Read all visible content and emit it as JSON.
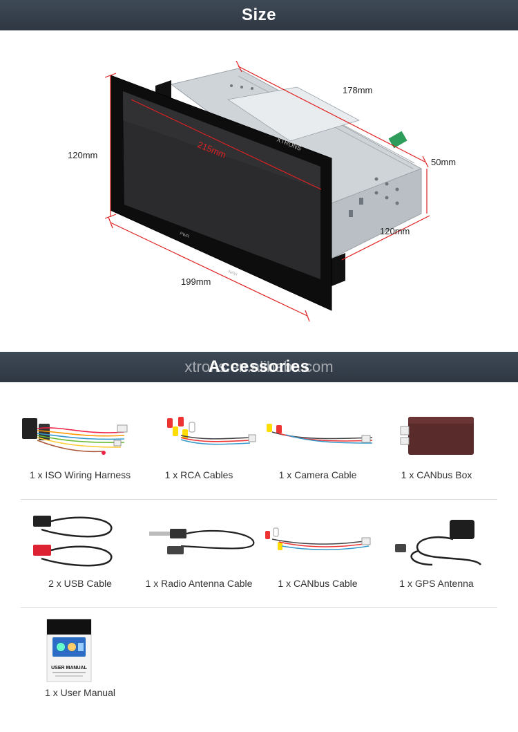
{
  "size_section": {
    "title": "Size",
    "dimensions": {
      "height_front": "120mm",
      "diagonal": "215mm",
      "depth_top": "178mm",
      "height_back": "50mm",
      "width_back": "120mm",
      "width_front": "199mm"
    },
    "device_text": {
      "brand": "XTRONS",
      "button_pwr": "PWR",
      "button_navi": "NAVI"
    }
  },
  "accessories_section": {
    "title": "Accessories",
    "watermark": "xtrons.en.alibaba.com",
    "items": [
      {
        "label": "1 x ISO Wiring Harness",
        "icon": "wiring-harness-icon"
      },
      {
        "label": "1 x RCA Cables",
        "icon": "rca-cables-icon"
      },
      {
        "label": "1 x Camera Cable",
        "icon": "camera-cable-icon"
      },
      {
        "label": "1 x CANbus Box",
        "icon": "canbus-box-icon"
      },
      {
        "label": "2 x USB Cable",
        "icon": "usb-cable-icon"
      },
      {
        "label": "1 x Radio Antenna Cable",
        "icon": "radio-antenna-cable-icon"
      },
      {
        "label": "1 x CANbus Cable",
        "icon": "canbus-cable-icon"
      },
      {
        "label": "1 x GPS Antenna",
        "icon": "gps-antenna-icon"
      },
      {
        "label": "1 x User Manual",
        "icon": "user-manual-icon",
        "manual_title": "USER MANUAL"
      }
    ]
  },
  "colors": {
    "banner": "#2e3742",
    "dimension_line": "#e02020",
    "device_body": "#111111",
    "chassis": "#c9ced3"
  }
}
